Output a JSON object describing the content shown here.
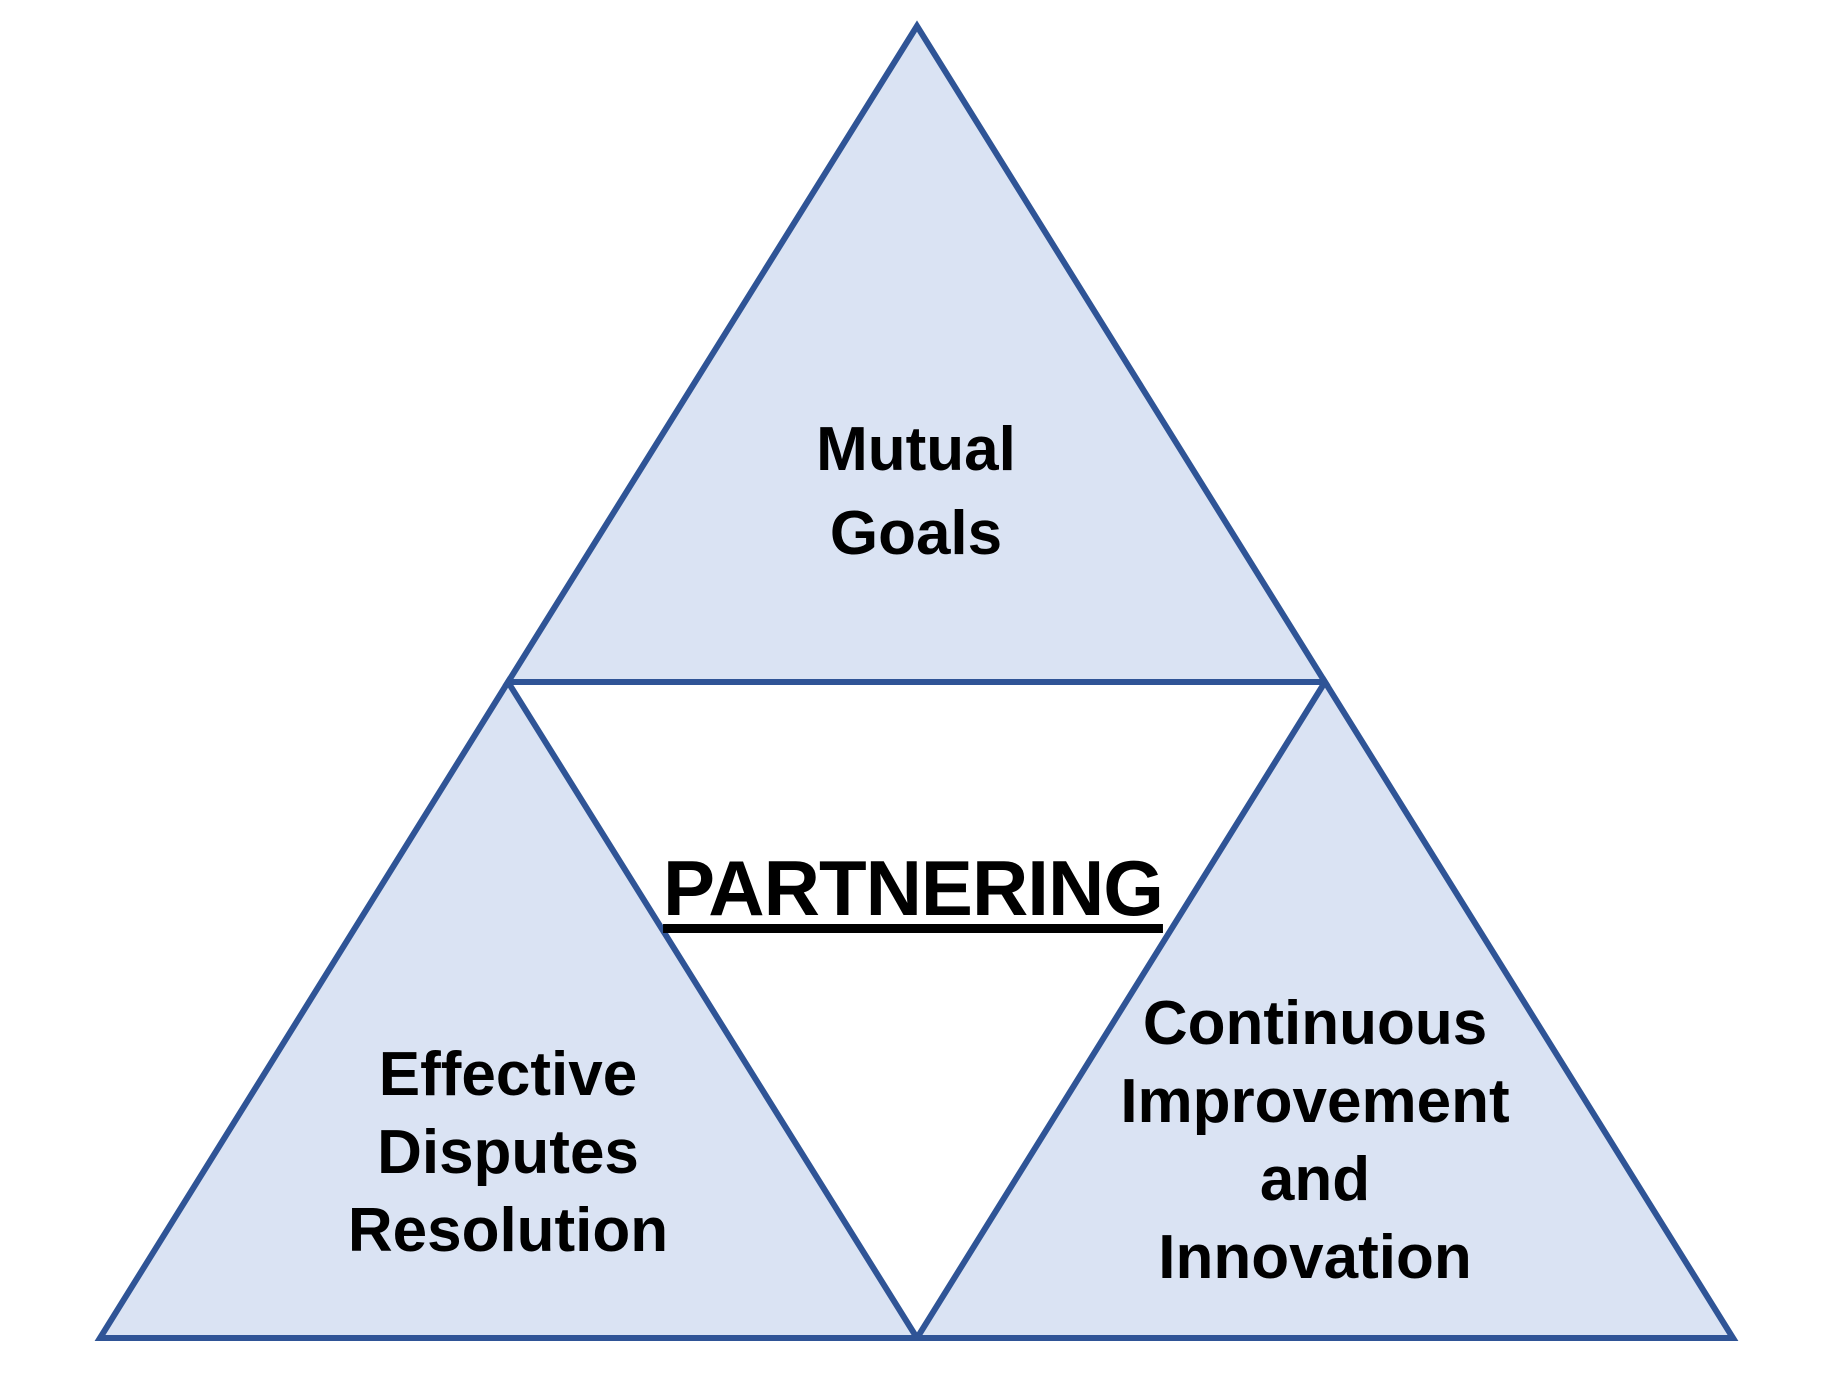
{
  "diagram": {
    "type": "triangle-diagram",
    "colors": {
      "triangle_fill": "#DAE3F3",
      "triangle_border": "#2F5496",
      "text": "#000000",
      "background": "#FFFFFF"
    },
    "center": {
      "title": "PARTNERING"
    },
    "triangles": {
      "top": {
        "name": "Mutual Goals",
        "lines": [
          "Mutual",
          "Goals"
        ]
      },
      "bottom_left": {
        "name": "Effective Disputes Resolution",
        "lines": [
          "Effective",
          "Disputes",
          "Resolution"
        ]
      },
      "bottom_right": {
        "name": "Continuous Improvement and Innovation",
        "lines": [
          "Continuous",
          "Improvement",
          "and",
          "Innovation"
        ]
      }
    }
  }
}
